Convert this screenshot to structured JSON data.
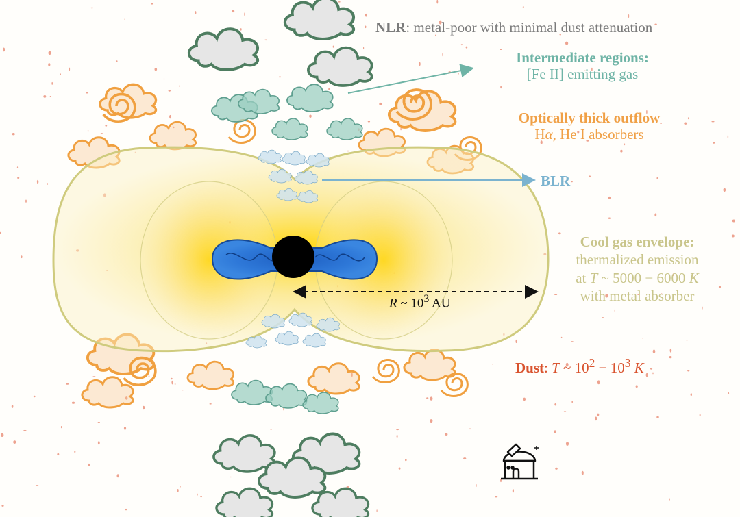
{
  "labels": {
    "nlr": {
      "title": "NLR",
      "text": ": metal-poor with minimal dust attenuation"
    },
    "intermediate": {
      "title": "Intermediate regions:",
      "text": "[Fe II] emitting gas"
    },
    "outflow": {
      "title": "Optically thick outflow",
      "line2_pre": "H",
      "line2_sym": "α",
      "line2_post": ", He I absorbers"
    },
    "blr": {
      "title": "BLR"
    },
    "envelope": {
      "title": "Cool gas envelope:",
      "line1": "thermalized emission",
      "line2_pre": "at ",
      "line2_var": "T",
      "line2_mid": " ~ 5000 − 6000 ",
      "line2_unit": "K",
      "line3": "with metal absorber"
    },
    "radius": {
      "var": "R",
      "mid": " ~ 10",
      "exp": "3",
      "unit": " AU"
    },
    "dust": {
      "title": "Dust",
      "sep": ": ",
      "var": "T",
      "mid": " ~ 10",
      "exp1": "2",
      "dash": " − 10",
      "exp2": "3",
      "unit": " K"
    }
  },
  "icons": {
    "observatory": "observatory-icon"
  },
  "colors": {
    "nlr": "#7b7b7b",
    "intermediate": "#6fb4a6",
    "outflow": "#f0a046",
    "blr": "#7bb3cf",
    "envelope": "#c9c58b",
    "dust": "#d9532e",
    "disk": "#2a6fd0",
    "black_hole": "#000000"
  }
}
